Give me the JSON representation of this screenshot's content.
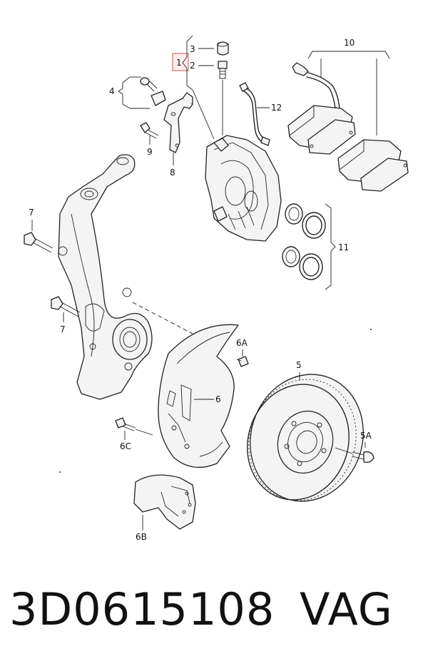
{
  "diagram": {
    "labels": {
      "l1": "1",
      "l2": "2",
      "l3": "3",
      "l4": "4",
      "l5": "5",
      "l5A": "5A",
      "l6": "6",
      "l6A": "6A",
      "l6B": "6B",
      "l6C": "6C",
      "l7a": "7",
      "l7b": "7",
      "l8": "8",
      "l9": "9",
      "l10": "10",
      "l11": "11",
      "l12": "12"
    },
    "highlight_color": "#e06a6a"
  },
  "footer": {
    "part_number": "3D0615108",
    "brand": "VAG"
  }
}
